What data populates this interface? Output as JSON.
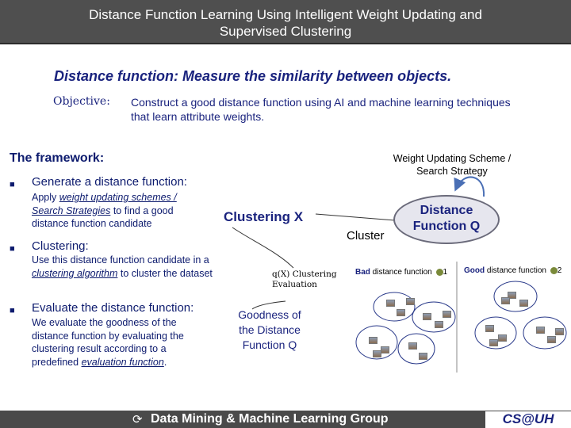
{
  "title": "Distance Function Learning Using Intelligent Weight Updating and\nSupervised Clustering",
  "subtitle": "Distance function: Measure the similarity between objects.",
  "objective": {
    "label": "Objective:",
    "text": "Construct a good distance function using AI and machine learning techniques that learn attribute weights."
  },
  "framework": {
    "heading": "The framework:",
    "items": [
      {
        "heading": "Generate a distance function:",
        "p1": "Apply ",
        "u1": "weight updating schemes / Search Strategies",
        "p2": " to find a good distance function candidate"
      },
      {
        "heading": "Clustering:",
        "p1": "Use this distance function candidate in a ",
        "u1": "clustering algorithm",
        "p2": " to cluster the dataset"
      },
      {
        "heading": "Evaluate the distance function:",
        "p1": " We evaluate the goodness of the distance function by evaluating the clustering result according to a predefined ",
        "u1": "evaluation function",
        "p2": "."
      }
    ]
  },
  "diagram": {
    "weight_scheme": "Weight Updating Scheme /\nSearch Strategy",
    "clustering_x": "Clustering X",
    "cluster": "Cluster",
    "distance_function": "Distance\nFunction Q",
    "qx": "q(X) Clustering\nEvaluation",
    "goodness": "Goodness of\nthe Distance\nFunction Q",
    "bad": {
      "strong": "Bad",
      "rest": " distance function ",
      "num": "1"
    },
    "good": {
      "strong": "Good",
      "rest": " distance function ",
      "num": "2"
    }
  },
  "footer": {
    "text": "Data Mining & Machine Learning Group",
    "brand": "CS@UH"
  },
  "colors": {
    "title_bar": "#4f4f4f",
    "accent": "#1a237e"
  }
}
